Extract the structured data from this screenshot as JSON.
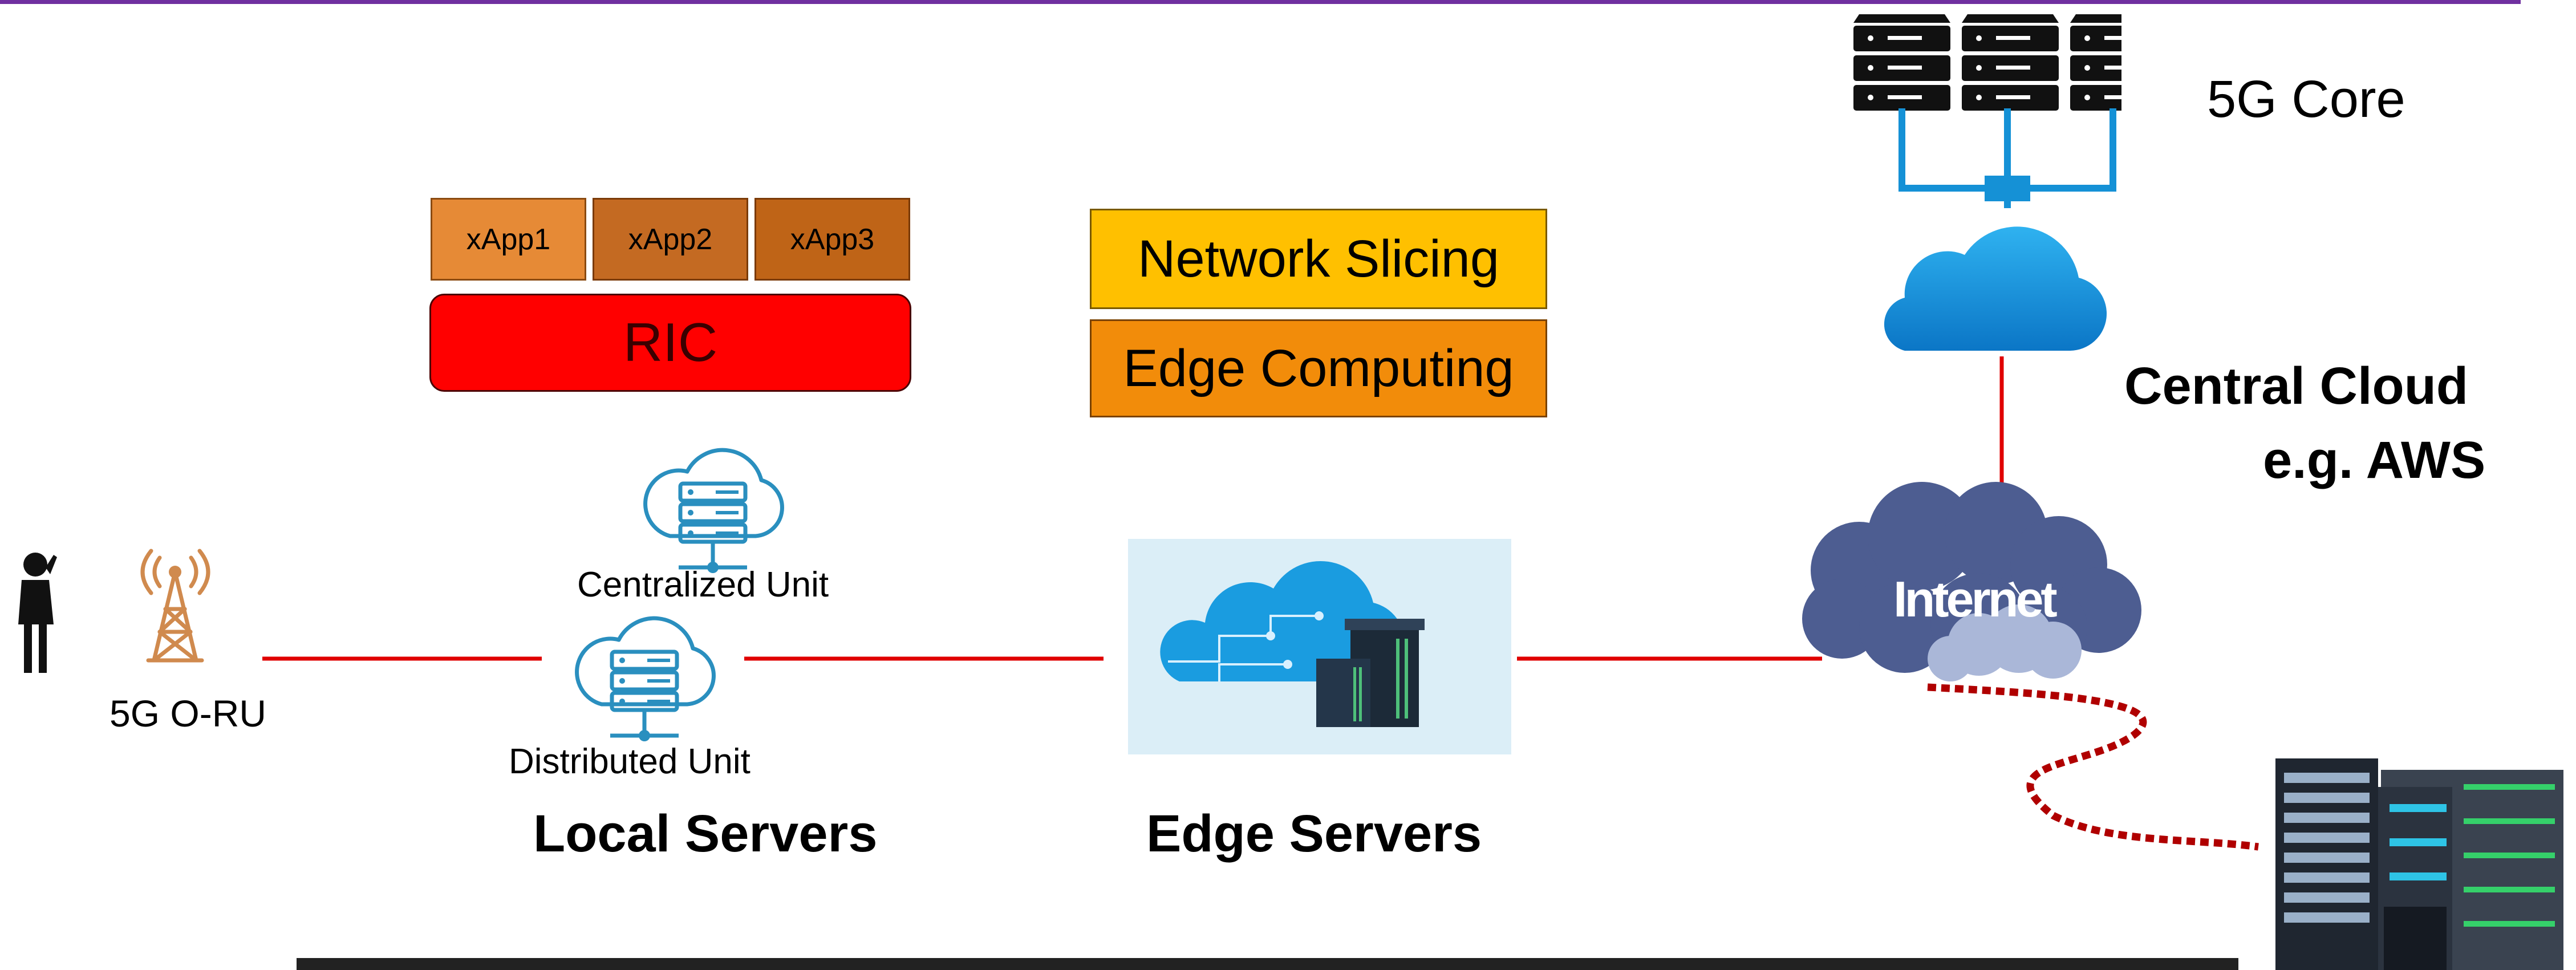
{
  "ric": {
    "xapps": [
      "xApp1",
      "xApp2",
      "xApp3"
    ],
    "label": "RIC"
  },
  "services": {
    "network_slicing": "Network Slicing",
    "edge_computing": "Edge Computing"
  },
  "ran": {
    "radio_unit_label": "5G O-RU",
    "centralized_unit_label": "Centralized Unit",
    "distributed_unit_label": "Distributed Unit"
  },
  "tiers": {
    "local": "Local Servers",
    "edge": "Edge Servers",
    "central_line1": "Central Cloud",
    "central_line2": "e.g. AWS"
  },
  "core": {
    "label": "5G Core"
  },
  "internet": {
    "label": "Internet"
  },
  "colors": {
    "top_rule": "#7030a0",
    "xapp1": "#e68a36",
    "xapp2": "#c46a22",
    "xapp3": "#bf6417",
    "ric": "#ff0000",
    "network_slicing": "#ffc000",
    "edge_computing": "#f28c0a",
    "link": "#e00000",
    "dotted_link": "#b00000",
    "cloud_blue": "#1a9ce0",
    "internet_cloud": "#4d5d91",
    "bottom_rule": "#222222"
  },
  "icons": [
    "person-icon",
    "radio-tower-icon",
    "cloud-server-icon",
    "edge-cloud-icon",
    "server-rack-icon",
    "cloud-icon",
    "internet-cloud-icon",
    "datacenter-icon"
  ]
}
